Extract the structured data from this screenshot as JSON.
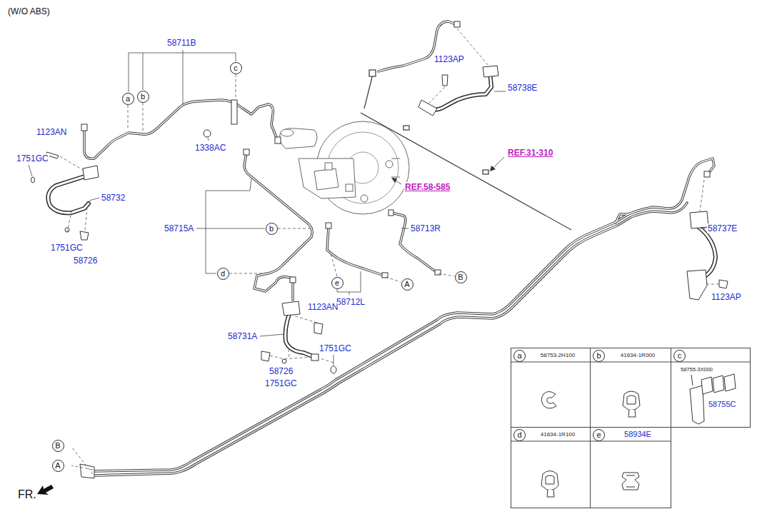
{
  "diagram": {
    "title": "(W/O ABS)",
    "nodes": [
      {
        "text": [
          "c"
        ]
      },
      {
        "text": [
          "a"
        ]
      },
      {
        "text": [
          "b"
        ]
      },
      {
        "text": [
          "b"
        ]
      },
      {
        "text": [
          "d"
        ]
      },
      {
        "text": [
          "e"
        ]
      },
      {
        "text": [
          "A"
        ]
      },
      {
        "text": [
          "B"
        ]
      },
      {
        "text": [
          "B"
        ]
      },
      {
        "text": [
          "A"
        ]
      },
      {
        "text": [
          "58753-2H100"
        ]
      },
      {
        "text": [
          "a"
        ],
        "in": 10
      },
      {
        "text": [
          "41634-1R000"
        ]
      },
      {
        "text": [
          "b"
        ],
        "in": 12
      },
      {
        "text": [
          "58755-3X000",
          "58755C"
        ]
      },
      {
        "text": [
          "c"
        ],
        "in": 14
      },
      {
        "text": [
          "41634-1R100"
        ]
      },
      {
        "text": [
          "d"
        ],
        "in": 16
      },
      {
        "text": [
          "58934E"
        ]
      },
      {
        "text": [
          "e"
        ],
        "in": 18
      }
    ],
    "labels": [
      "58711B",
      "1123AN",
      "1751GC",
      "58732",
      "1338AC",
      "58715A",
      "1751GC",
      "58726",
      "REF.58-585",
      "58713R",
      "58712L",
      "1123AN",
      "58731A",
      "1751GC",
      "58726",
      "1751GC",
      "1123AP",
      "58738E",
      "REF.31-310",
      "58737E",
      "1123AP",
      "FR."
    ]
  }
}
